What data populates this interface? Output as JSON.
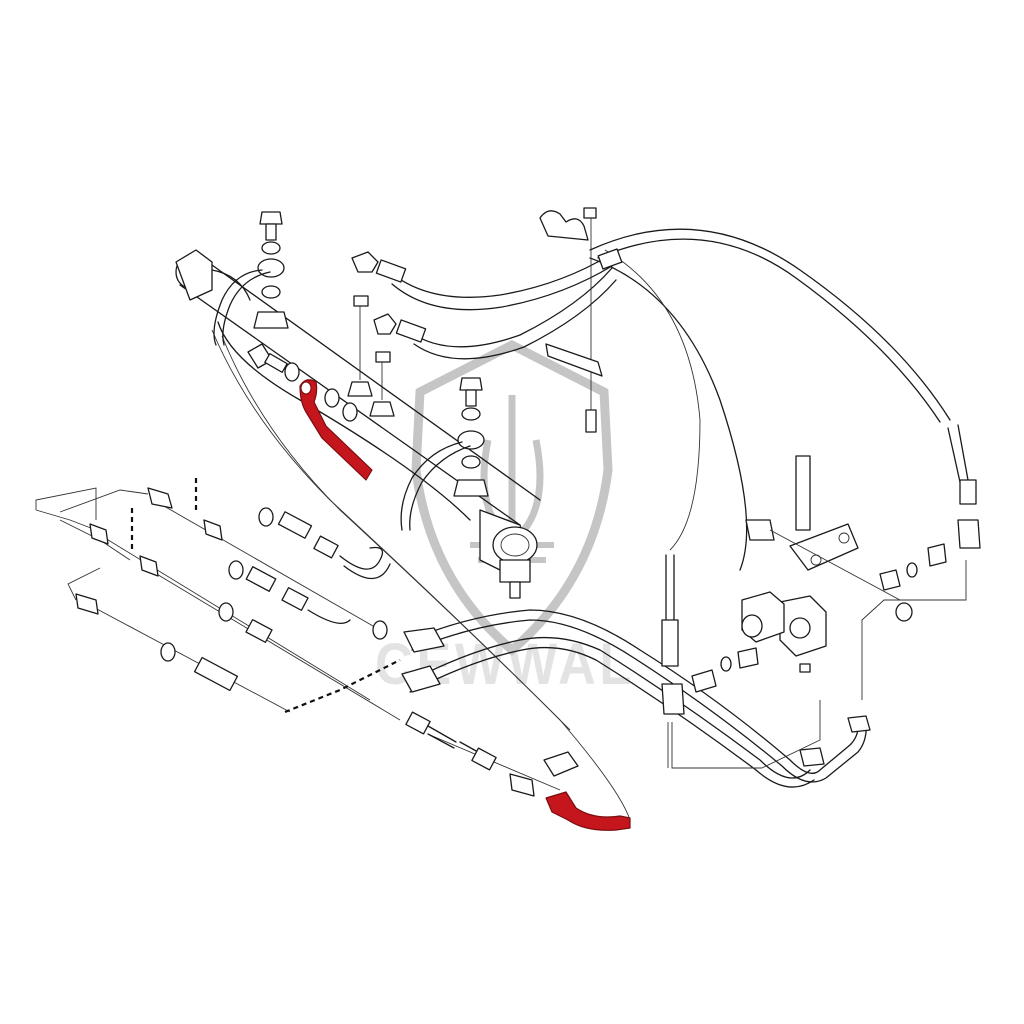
{
  "watermark": {
    "text": "CEWWAL",
    "kind": "logo",
    "color": "#9a9a9a"
  },
  "colors": {
    "line": "#1a1a1a",
    "highlight": "#c4161c",
    "background": "#ffffff"
  },
  "highlighted_parts": [
    "upper-red-hose",
    "lower-red-hose"
  ]
}
